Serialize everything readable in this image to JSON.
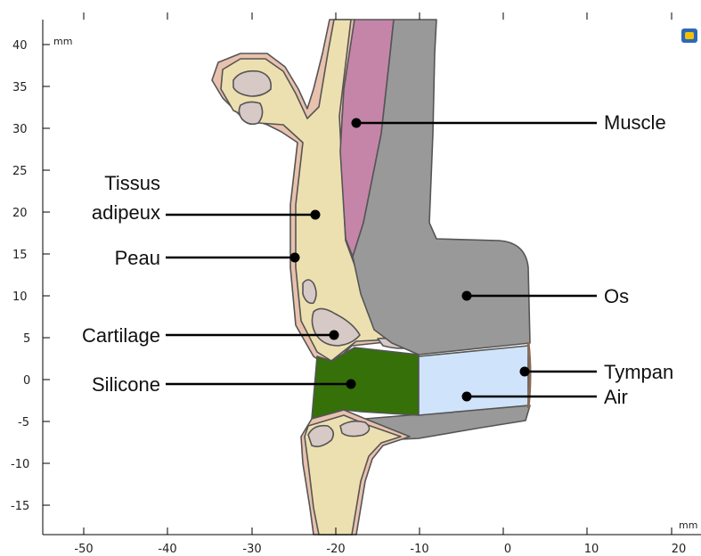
{
  "axes": {
    "x_unit": "mm",
    "y_unit": "mm",
    "x_ticks": [
      "-50",
      "-40",
      "-30",
      "-20",
      "-10",
      "0",
      "10",
      "20"
    ],
    "y_ticks": [
      "40",
      "35",
      "30",
      "25",
      "20",
      "15",
      "10",
      "5",
      "0",
      "-5",
      "-10",
      "-15"
    ]
  },
  "labels": {
    "muscle": "Muscle",
    "tissus_line1": "Tissus",
    "tissus_line2": "adipeux",
    "peau": "Peau",
    "os": "Os",
    "cartilage": "Cartilage",
    "silicone": "Silicone",
    "tympan": "Tympan",
    "air": "Air"
  },
  "colors": {
    "peau": "#e8c2ae",
    "adipeux": "#ede0b0",
    "muscle": "#c585a8",
    "os": "#999999",
    "cartilage": "#d7c9c6",
    "silicone": "#357009",
    "air": "#cfe4fa"
  },
  "icons": {
    "corner_icon": "comsol-logo-icon"
  }
}
